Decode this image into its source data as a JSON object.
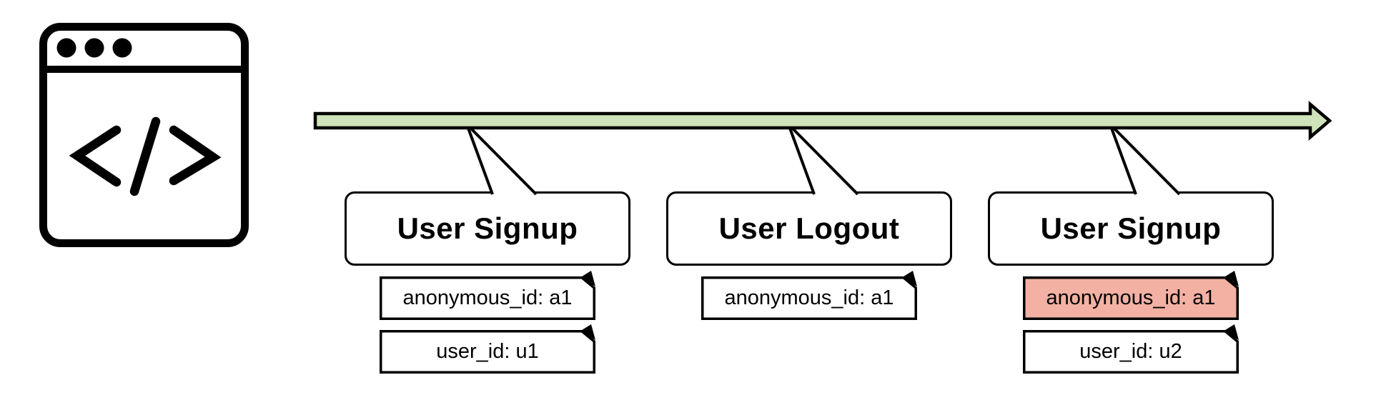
{
  "diagram": {
    "kind": "event-timeline",
    "source": {
      "icon": "browser-code-window-icon"
    },
    "timeline": {
      "direction": "left-to-right",
      "fill": "#cfe3bb",
      "stroke": "#000000"
    },
    "colors": {
      "highlight": "#f3b1a3",
      "timeline_green": "#cfe3bb",
      "line": "#000000"
    }
  },
  "events": [
    {
      "label": "User Signup",
      "notes": [
        {
          "text": "anonymous_id: a1",
          "highlighted": false
        },
        {
          "text": "user_id: u1",
          "highlighted": false
        }
      ]
    },
    {
      "label": "User Logout",
      "notes": [
        {
          "text": "anonymous_id: a1",
          "highlighted": false
        }
      ]
    },
    {
      "label": "User Signup",
      "notes": [
        {
          "text": "anonymous_id: a1",
          "highlighted": true
        },
        {
          "text": "user_id: u2",
          "highlighted": false
        }
      ]
    }
  ]
}
